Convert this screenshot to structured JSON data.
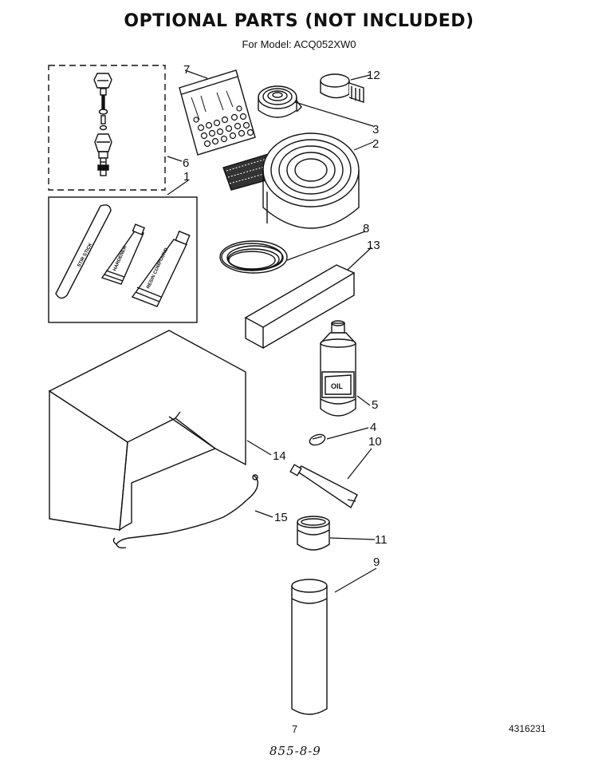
{
  "header": {
    "title": "OPTIONAL PARTS (NOT INCLUDED)",
    "model_line": "For Model: ACQ052XW0"
  },
  "callouts": {
    "c1": "1",
    "c2": "2",
    "c3": "3",
    "c4": "4",
    "c5": "5",
    "c6": "6",
    "c7": "7",
    "c8": "8",
    "c9": "9",
    "c10": "10",
    "c11": "11",
    "c12": "12",
    "c13": "13",
    "c14": "14",
    "c15": "15"
  },
  "part_text": {
    "stir_stick": "STIR STICK",
    "hardener": "HARDENER",
    "resin": "RESIN COMPOUND",
    "oil": "OIL"
  },
  "footer": {
    "page_number": "7",
    "doc_number": "4316231",
    "handwritten": "855-8-9"
  }
}
